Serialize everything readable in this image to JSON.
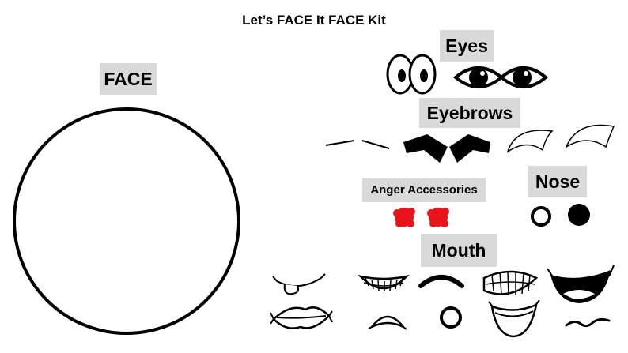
{
  "title": "Let’s FACE It FACE Kit",
  "sections": {
    "face": "FACE",
    "eyes": "Eyes",
    "eyebrows": "Eyebrows",
    "anger": "Anger Accessories",
    "nose": "Nose",
    "mouth": "Mouth"
  },
  "colors": {
    "label_bg": "#d9d9d9",
    "anger_red": "#e8141a",
    "ink": "#000000"
  },
  "pieces": {
    "eyes": [
      "round-eyes-icon",
      "almond-eyes-icon"
    ],
    "eyebrows": [
      "thin-eyebrows-icon",
      "thick-angry-eyebrows-icon",
      "arched-eyebrows-icon"
    ],
    "anger": [
      "red-cheek-blush-icon",
      "red-cheek-blush-icon"
    ],
    "nose": [
      "nostril-outline-icon",
      "nostril-filled-icon"
    ],
    "mouths": [
      "tongue-out-mouth-icon",
      "grin-teeth-mouth-icon",
      "frown-mouth-icon",
      "gritted-teeth-mouth-icon",
      "open-laugh-mouth-icon",
      "lips-pout-mouth-icon",
      "small-frown-mouth-icon",
      "o-mouth-icon",
      "big-smile-mouth-icon",
      "wavy-mouth-icon"
    ]
  }
}
